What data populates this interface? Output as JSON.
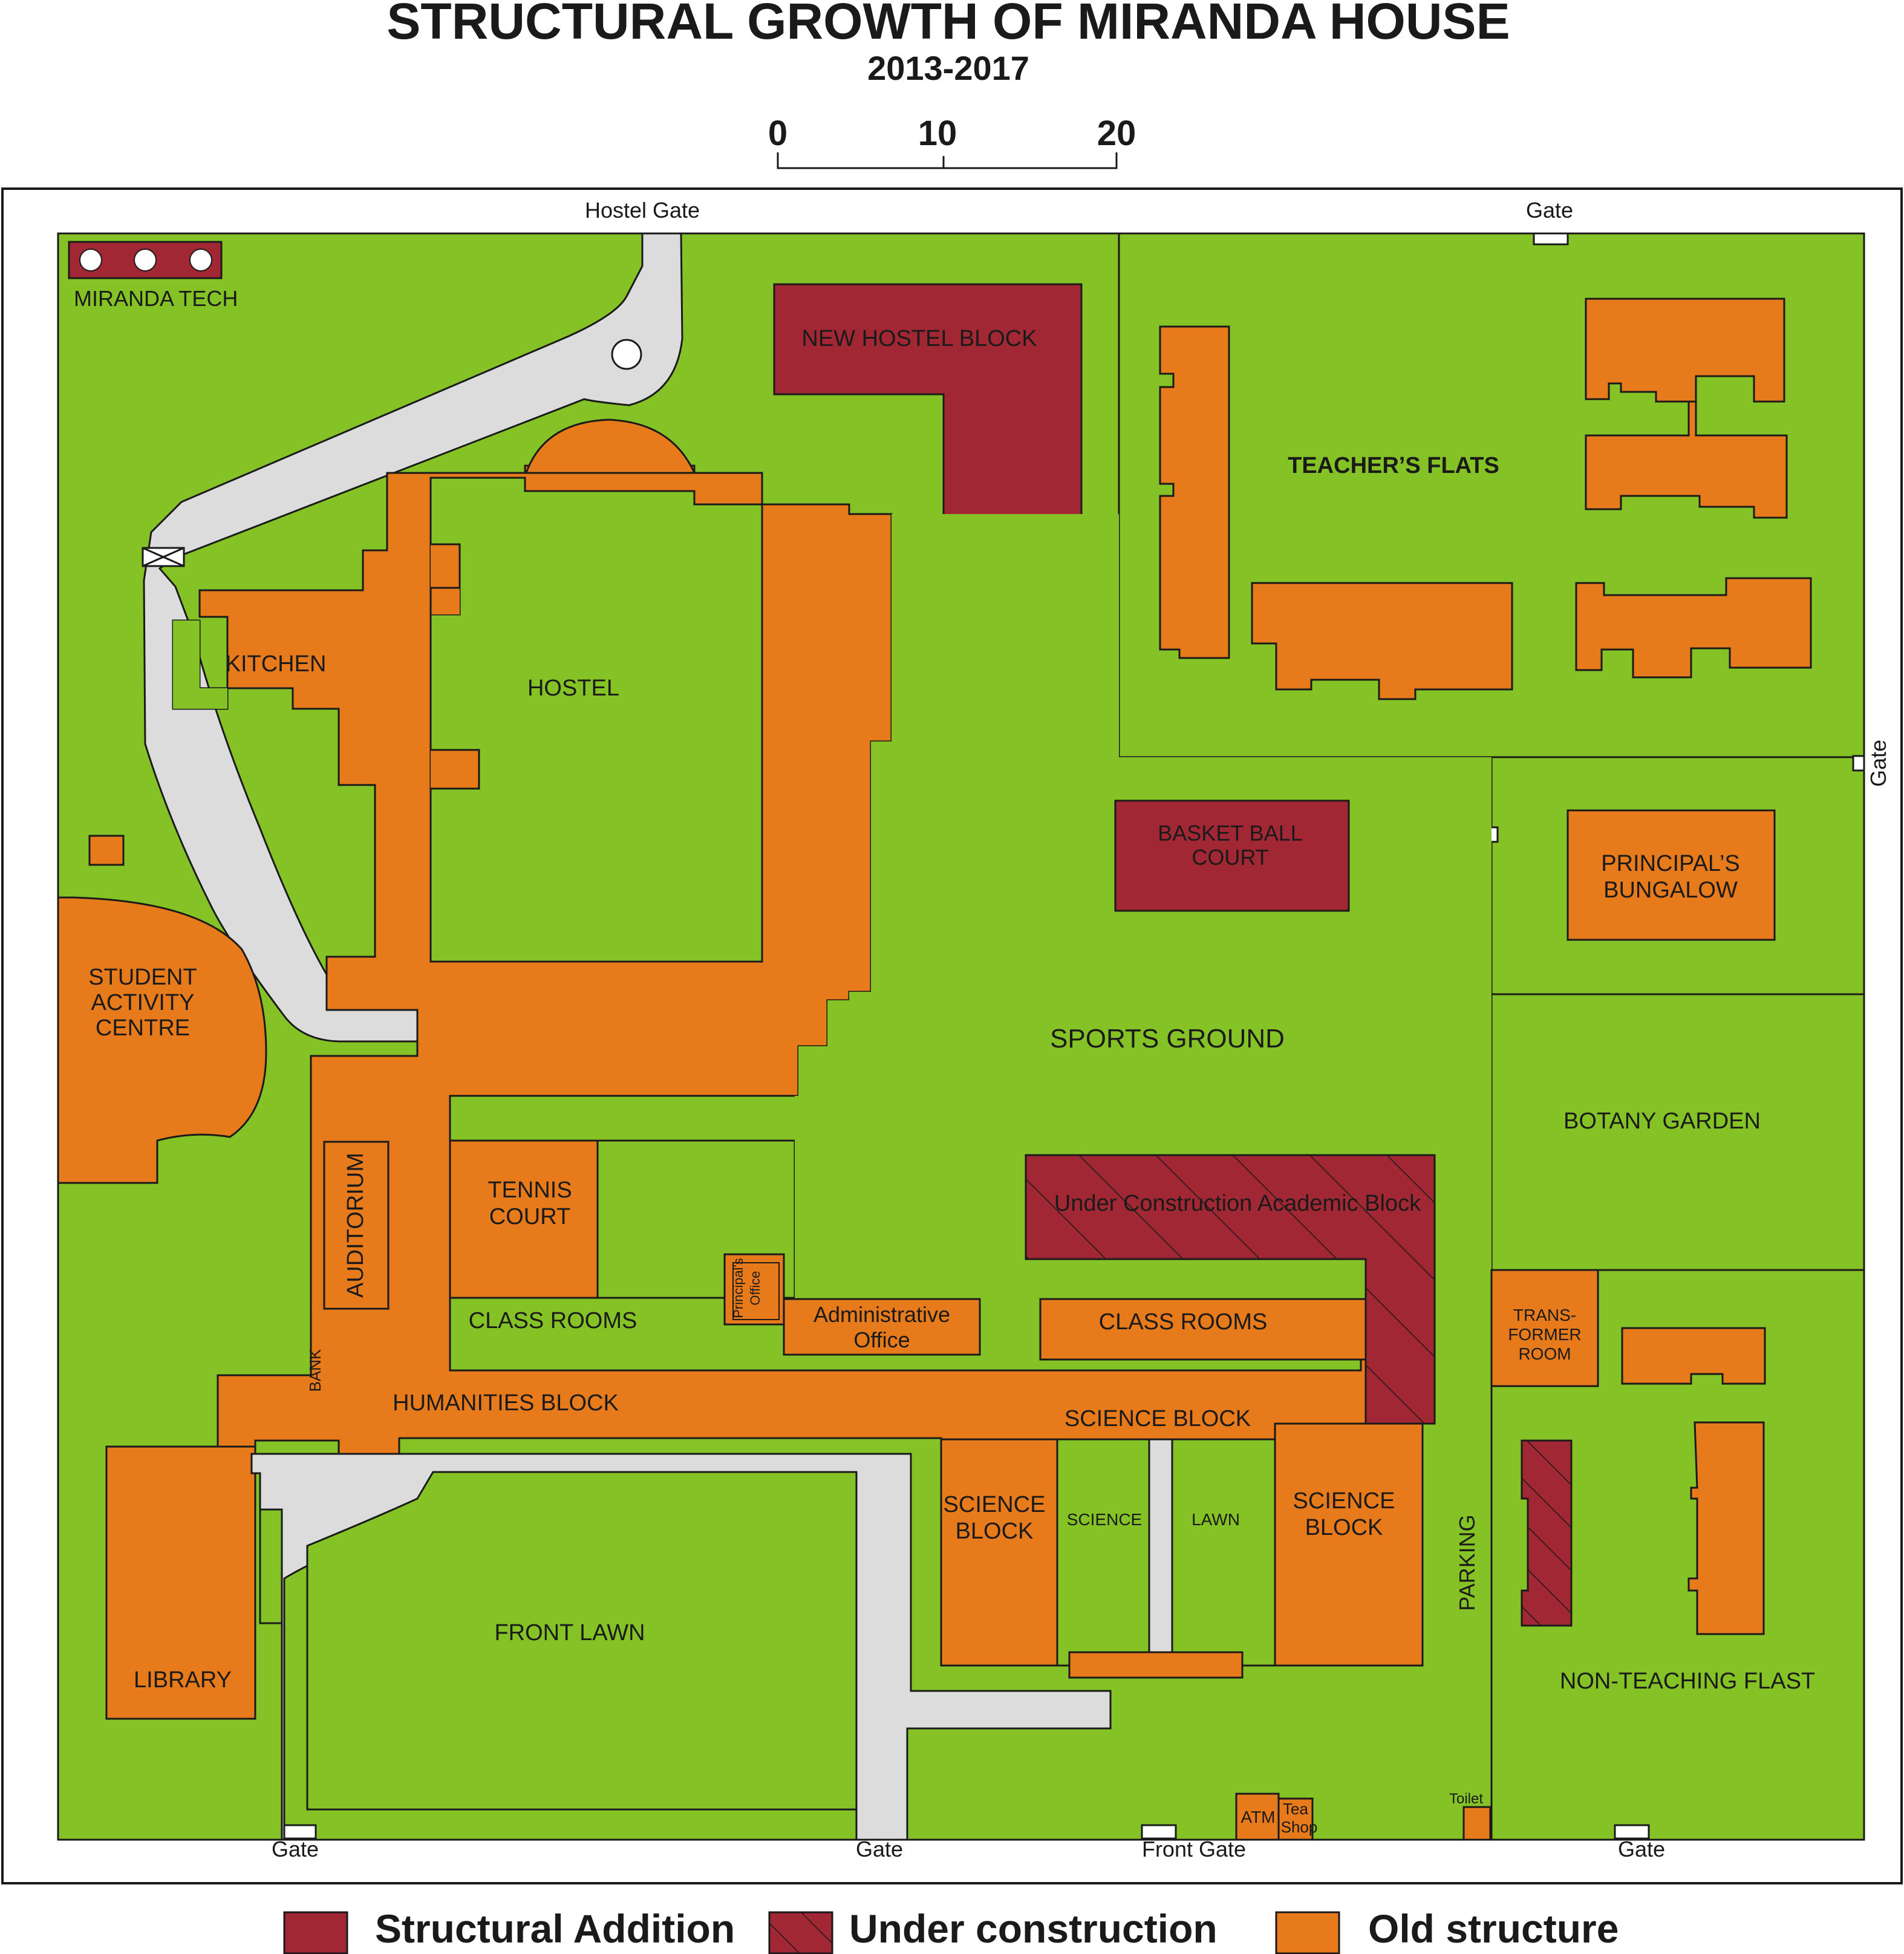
{
  "title": "STRUCTURAL GROWTH OF MIRANDA HOUSE",
  "subtitle": "2013-2017",
  "scale": {
    "ticks": [
      "0",
      "10",
      "20"
    ]
  },
  "colors": {
    "ground": "#84c225",
    "structural_addition": "#a02733",
    "under_construction": "#a02733",
    "old_structure": "#e77b1c",
    "path": "#dcdcdc",
    "outline": "#1a1a1a"
  },
  "gates": {
    "hostel_gate": "Hostel Gate",
    "gate_top_right": "Gate",
    "gate_right": "Gate",
    "gate_bottom_left": "Gate",
    "gate_bottom_mid": "Gate",
    "front_gate": "Front Gate",
    "gate_bottom_right": "Gate"
  },
  "labels": {
    "miranda_tech": "MIRANDA TECH",
    "new_hostel_block": "NEW HOSTEL BLOCK",
    "teachers_flats": "TEACHER’S FLATS",
    "kitchen": "KITCHEN",
    "hostel": "HOSTEL",
    "basketball_court": [
      "BASKET BALL",
      "COURT"
    ],
    "principals_bungalow": [
      "PRINCIPAL’S",
      "BUNGALOW"
    ],
    "student_activity_centre": [
      "STUDENT",
      "ACTIVITY",
      "CENTRE"
    ],
    "sports_ground": "SPORTS GROUND",
    "botany_garden": "BOTANY GARDEN",
    "auditorium": "AUDITORIUM",
    "tennis_court": [
      "TENNIS",
      "COURT"
    ],
    "under_construction_academic_block": "Under Construction Academic Block",
    "principals_office": [
      "Principal's",
      "Office"
    ],
    "class_rooms_left": "CLASS ROOMS",
    "administrative_office": [
      "Administrative",
      "Office"
    ],
    "class_rooms_right": "CLASS ROOMS",
    "transformer_room": [
      "TRANS-",
      "FORMER",
      "ROOM"
    ],
    "bank": "BANK",
    "humanities_block": "HUMANITIES BLOCK",
    "science_block_top": "SCIENCE BLOCK",
    "science_block_left": [
      "SCIENCE",
      "BLOCK"
    ],
    "science_lawn_left": "SCIENCE",
    "science_lawn_right": "LAWN",
    "science_block_right": [
      "SCIENCE",
      "BLOCK"
    ],
    "parking": "PARKING",
    "front_lawn": "FRONT LAWN",
    "library": "LIBRARY",
    "non_teaching_flats": "NON-TEACHING FLAST",
    "atm": "ATM",
    "tea_shop": [
      "Tea",
      "Shop"
    ],
    "toilet": "Toilet"
  },
  "legend": [
    {
      "label": "Structural Addition",
      "pattern": "solid",
      "color": "#a02733"
    },
    {
      "label": "Under construction",
      "pattern": "hatched",
      "color": "#a02733"
    },
    {
      "label": "Old structure",
      "pattern": "solid",
      "color": "#e77b1c"
    }
  ]
}
